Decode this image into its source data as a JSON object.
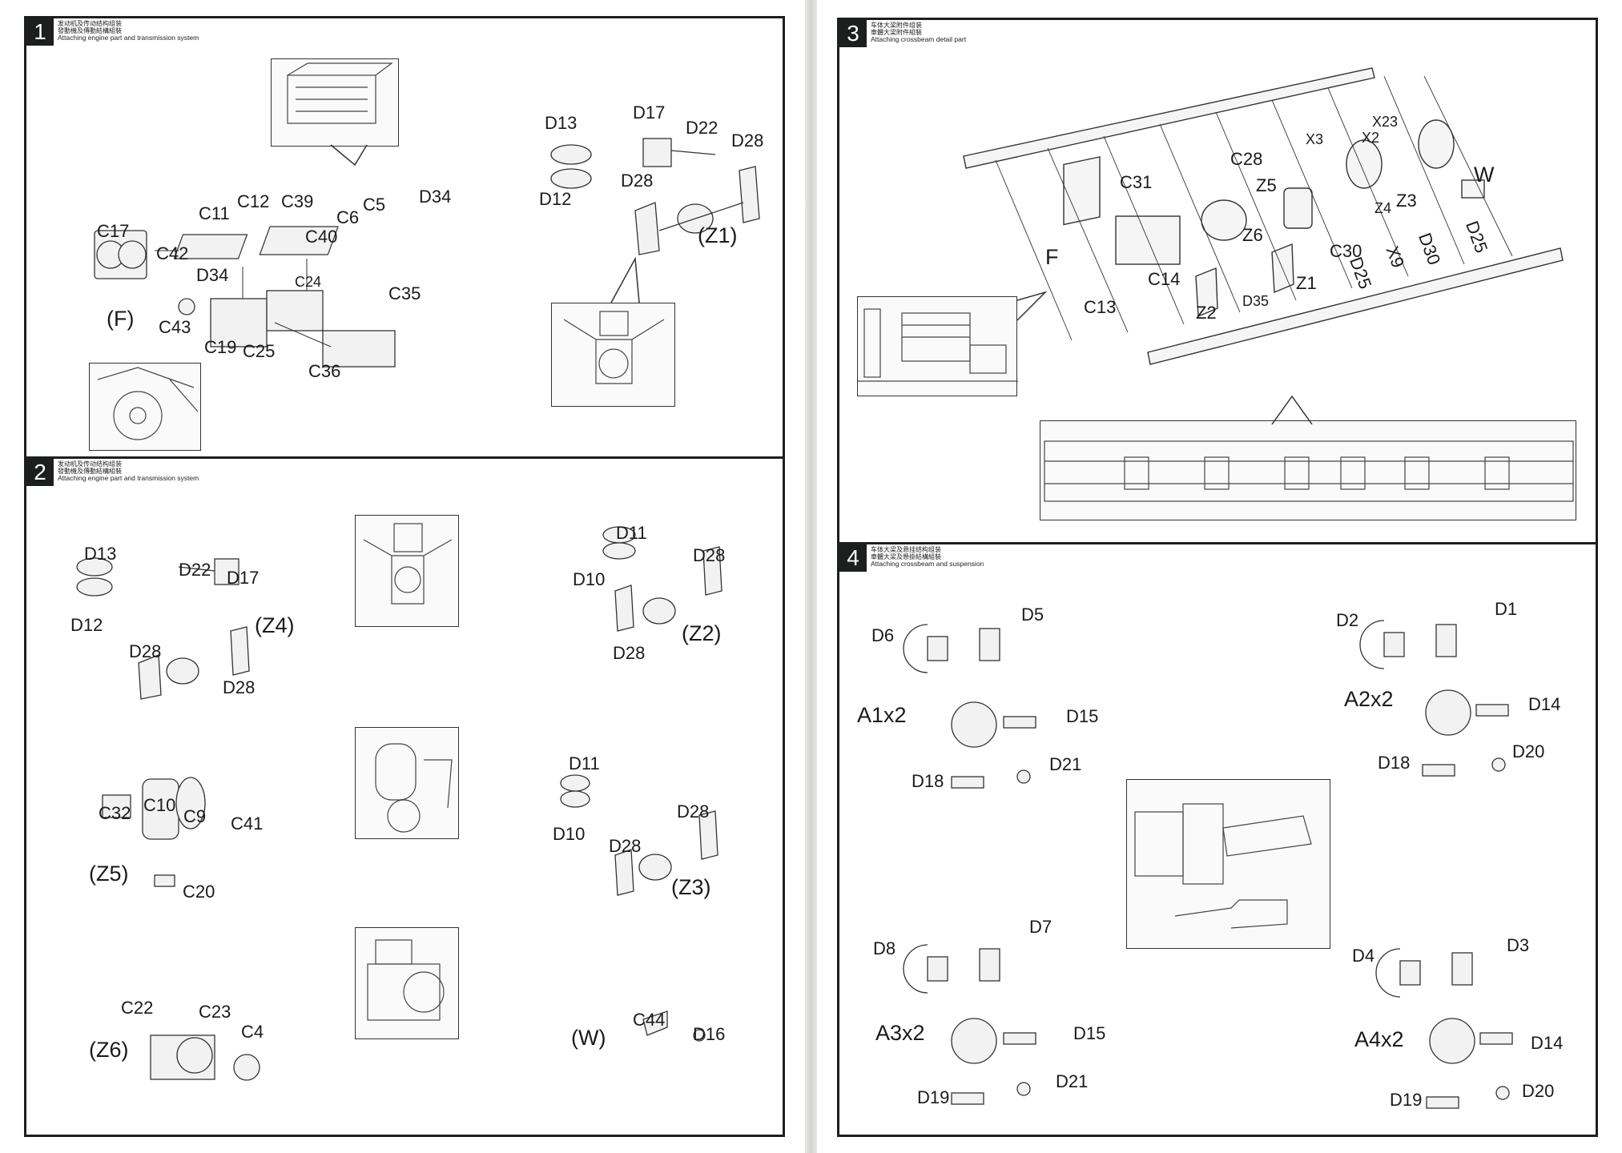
{
  "steps": [
    {
      "number": "1",
      "title_zh_simplified": "发动机及传动结构组装",
      "title_zh_traditional": "發動機及傳動結構組裝",
      "title_en": "Attaching engine part and transmission system",
      "labels": [
        "C17",
        "C42",
        "C11",
        "C12",
        "C39",
        "C6",
        "C5",
        "D34",
        "C40",
        "D34",
        "C24",
        "C35",
        "(F)",
        "C43",
        "C19",
        "C25",
        "C36",
        "D13",
        "D12",
        "D17",
        "D22",
        "D28",
        "D28",
        "(Z1)"
      ]
    },
    {
      "number": "2",
      "title_zh_simplified": "发动机及传动结构组装",
      "title_zh_traditional": "發動機及傳動結構組裝",
      "title_en": "Attaching engine part and transmission system",
      "labels": [
        "D13",
        "D12",
        "D22",
        "D17",
        "(Z4)",
        "D28",
        "D28",
        "D11",
        "D10",
        "D28",
        "D28",
        "(Z2)",
        "C32",
        "C10",
        "C9",
        "C41",
        "(Z5)",
        "C20",
        "D11",
        "D10",
        "D28",
        "D28",
        "(Z3)",
        "C22",
        "C23",
        "C4",
        "(Z6)",
        "(W)",
        "C44",
        "D16"
      ]
    },
    {
      "number": "3",
      "title_zh_simplified": "车体大梁附件组装",
      "title_zh_traditional": "車體大梁附件組裝",
      "title_en": "Attaching crossbeam detail part",
      "labels": [
        "X23",
        "X3",
        "X2",
        "C28",
        "C31",
        "Z5",
        "Z6",
        "Z4",
        "Z3",
        "W",
        "F",
        "C30",
        "X9",
        "D30",
        "D25",
        "D25",
        "C14",
        "Z1",
        "C13",
        "Z2",
        "D35"
      ]
    },
    {
      "number": "4",
      "title_zh_simplified": "车体大梁及悬挂结构组装",
      "title_zh_traditional": "車體大梁及懸掛結構組裝",
      "title_en": "Attaching crossbeam and suspension",
      "labels": [
        "D6",
        "D5",
        "D2",
        "D1",
        "A1x2",
        "D15",
        "D21",
        "D18",
        "A2x2",
        "D14",
        "D20",
        "D18",
        "D8",
        "D7",
        "D4",
        "D3",
        "A3x2",
        "D15",
        "D21",
        "D19",
        "A4x2",
        "D14",
        "D20",
        "D19"
      ]
    }
  ]
}
